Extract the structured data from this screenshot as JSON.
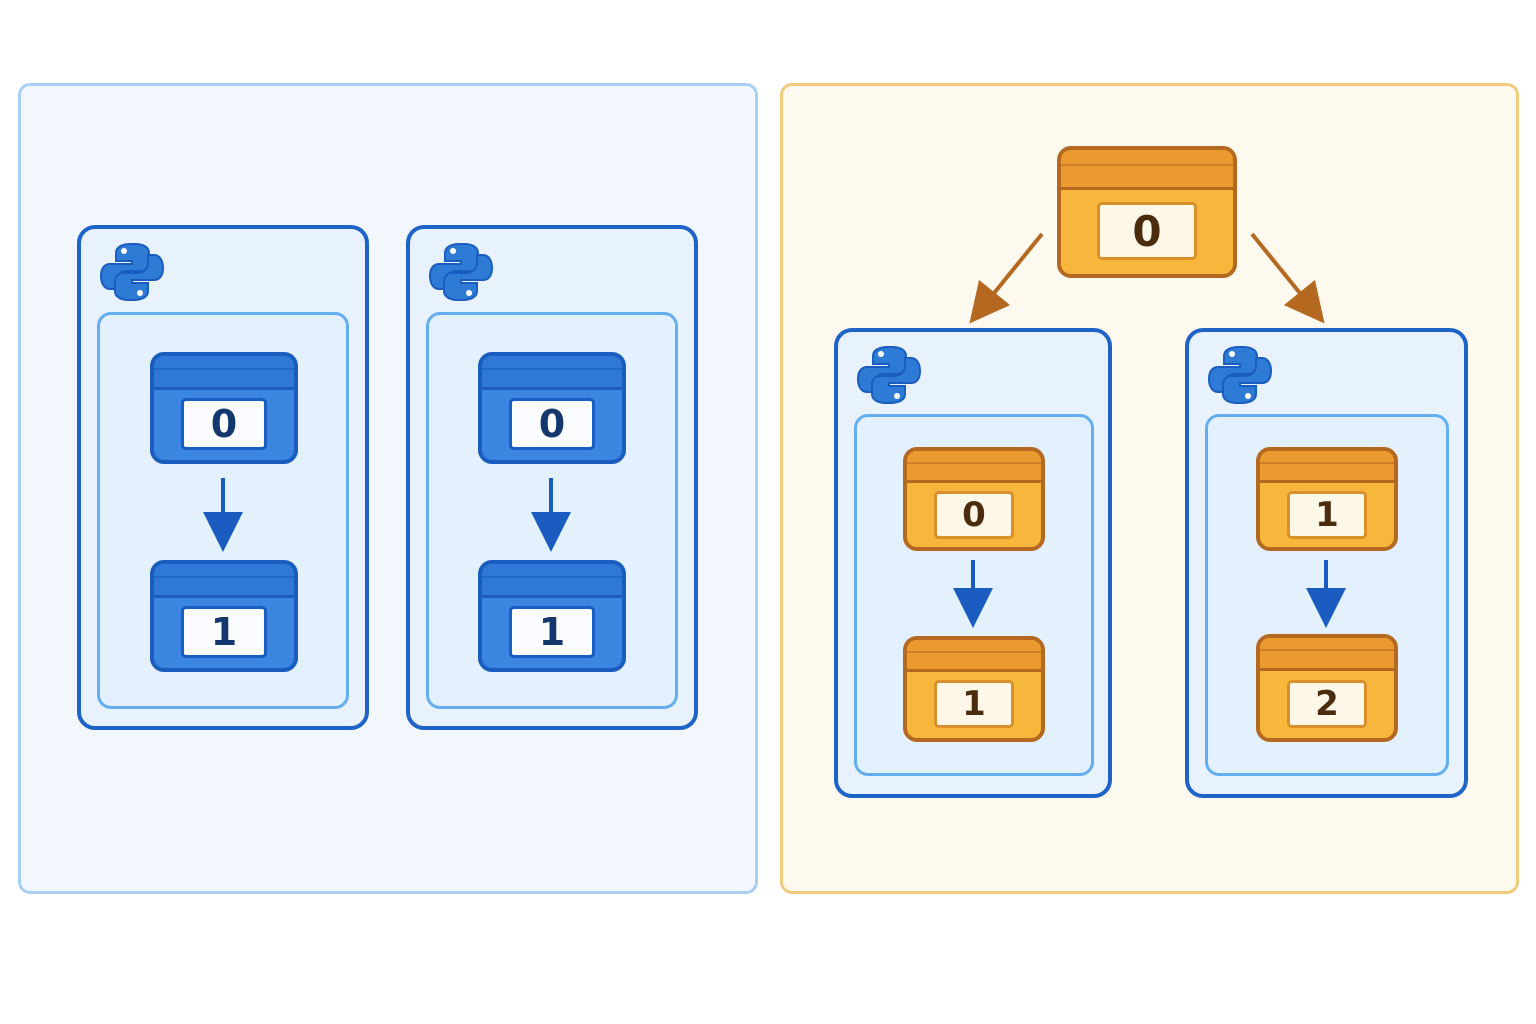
{
  "colors": {
    "blue_accent": "#1e63c8",
    "orange_accent": "#b5681f",
    "blue_panel_bg": "#f1f7fd",
    "orange_panel_bg": "#fdf9ef"
  },
  "icons": {
    "process": "python-logo-icon"
  },
  "left_panel": {
    "processes": [
      {
        "boxes": [
          "0",
          "1"
        ]
      },
      {
        "boxes": [
          "0",
          "1"
        ]
      }
    ]
  },
  "right_panel": {
    "root_box": "0",
    "processes": [
      {
        "boxes": [
          "0",
          "1"
        ]
      },
      {
        "boxes": [
          "1",
          "2"
        ]
      }
    ]
  }
}
